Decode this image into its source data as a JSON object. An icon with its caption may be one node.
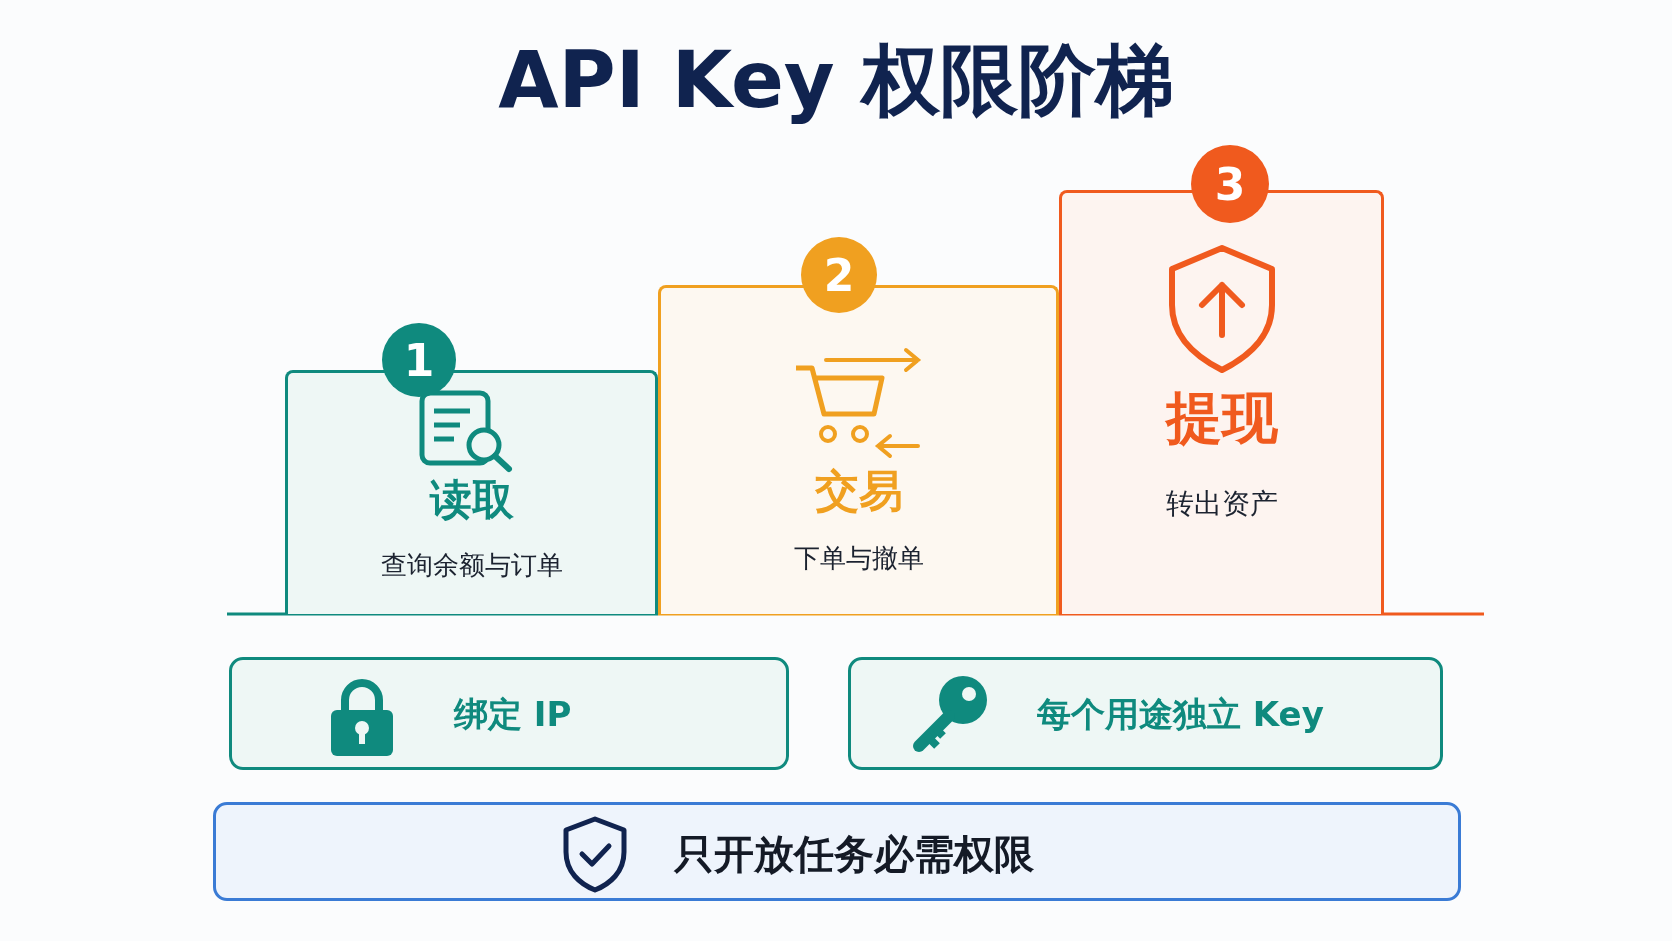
{
  "diagram": {
    "title": "API Key 权限阶梯",
    "nodes": [
      {
        "text": [
          "1"
        ]
      },
      {
        "text": [
          "读取",
          "查询余额与订单"
        ]
      },
      {
        "text": [
          "2"
        ]
      },
      {
        "text": [
          "交易",
          "下单与撤单"
        ]
      },
      {
        "text": [
          "3"
        ]
      },
      {
        "text": [
          "提现",
          "转出资产"
        ]
      },
      {
        "text": [
          "绑定 IP"
        ]
      },
      {
        "text": [
          "每个用途独立 Key"
        ]
      },
      {
        "text": [
          "只开放任务必需权限"
        ]
      }
    ]
  }
}
